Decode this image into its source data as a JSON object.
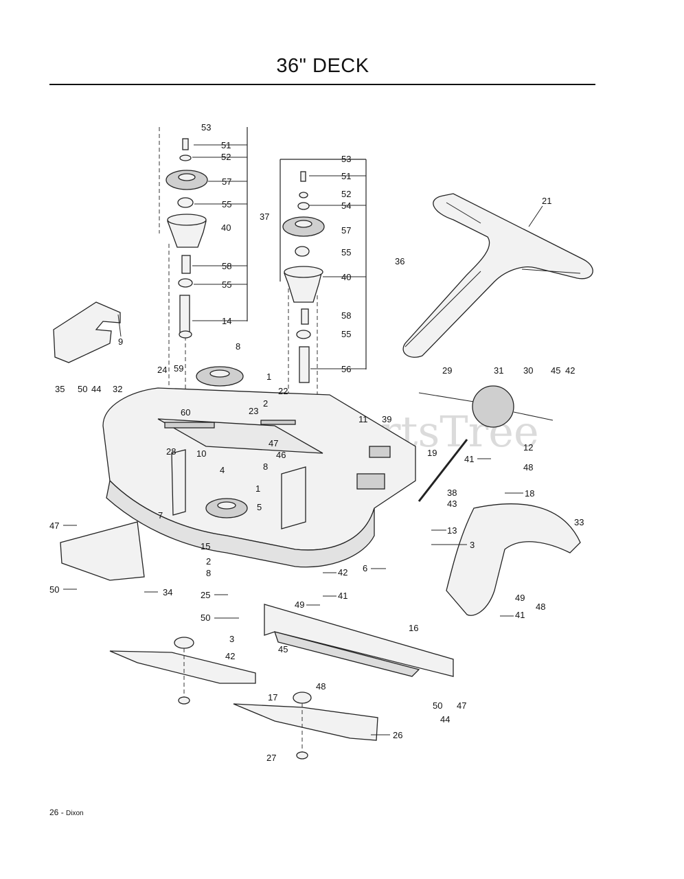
{
  "page": {
    "title": "36\" DECK",
    "page_number": "26",
    "footer_separator": "-",
    "footer_brand": "Dixon",
    "watermark": "PartsTree"
  },
  "callouts": [
    "53",
    "51",
    "52",
    "57",
    "55",
    "40",
    "58",
    "55",
    "14",
    "8",
    "59",
    "1",
    "2",
    "23",
    "22",
    "53",
    "51",
    "52",
    "54",
    "57",
    "55",
    "40",
    "58",
    "55",
    "56",
    "37",
    "36",
    "21",
    "9",
    "24",
    "35",
    "50",
    "44",
    "32",
    "60",
    "28",
    "10",
    "4",
    "1",
    "5",
    "7",
    "47",
    "46",
    "8",
    "11",
    "39",
    "19",
    "41",
    "12",
    "48",
    "29",
    "31",
    "30",
    "45",
    "42",
    "38",
    "43",
    "18",
    "33",
    "13",
    "3",
    "6",
    "42",
    "41",
    "49",
    "48",
    "49",
    "41",
    "47",
    "50",
    "34",
    "15",
    "2",
    "8",
    "25",
    "50",
    "16",
    "3",
    "42",
    "45",
    "48",
    "17",
    "26",
    "27",
    "50",
    "47",
    "44"
  ]
}
